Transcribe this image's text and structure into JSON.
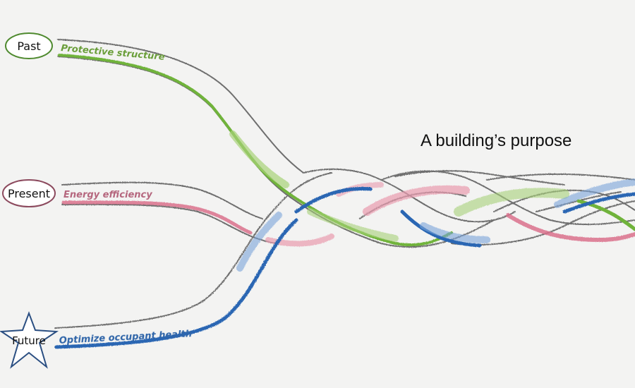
{
  "title": "A building’s purpose",
  "eras": [
    {
      "name": "Past",
      "shape": "ellipse",
      "border_color": "#4f8a2f"
    },
    {
      "name": "Present",
      "shape": "ellipse",
      "border_color": "#8c4a5e"
    },
    {
      "name": "Future",
      "shape": "star",
      "border_color": "#2b4f82"
    }
  ],
  "strands": [
    {
      "label": "Protective structure",
      "color": "#6fb33a",
      "text_color": "#6a9e3a"
    },
    {
      "label": "Energy efficiency",
      "color": "#d9708c",
      "text_color": "#b5677e"
    },
    {
      "label": "Optimize occupant health",
      "color": "#2a66b3",
      "text_color": "#2e64a8"
    }
  ]
}
